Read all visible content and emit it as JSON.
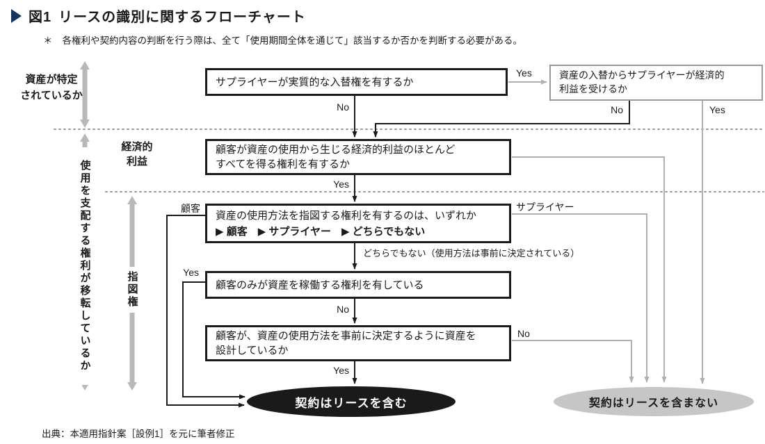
{
  "header": {
    "figure_label": "図1",
    "title": "リースの識別に関するフローチャート",
    "note_marker": "＊",
    "note": "各権利や契約内容の判断を行う際は、全て「使用期間全体を通じて」該当するか否かを判断する必要がある。"
  },
  "side_labels": {
    "asset_identified_line1": "資産が特定",
    "asset_identified_line2": "されているか",
    "control_transfer": "使用を支配する権利が移転しているか",
    "economic_benefit_line1": "経済的",
    "economic_benefit_line2": "利益",
    "direction_right": "指図権"
  },
  "boxes": {
    "substitution": "サプライヤーが実質的な入替権を有するか",
    "substitution_benefit_line1": "資産の入替からサプライヤーが経済的",
    "substitution_benefit_line2": "利益を受けるか",
    "economic_benefit_line1": "顧客が資産の使用から生じる経済的利益のほとんど",
    "economic_benefit_line2": "すべてを得る権利を有するか",
    "direction_line1": "資産の使用方法を指図する権利を有するのは、いずれか",
    "direction_line2": "▶ 顧客　▶ サプライヤー　▶ どちらでもない",
    "operate": "顧客のみが資産を稼働する権利を有している",
    "design_line1": "顧客が、資産の使用方法を事前に決定するように資産を",
    "design_line2": "設計しているか"
  },
  "terminals": {
    "lease": "契約はリースを含む",
    "no_lease": "契約はリースを含まない"
  },
  "edge_labels": {
    "substitution_yes": "Yes",
    "substitution_no": "No",
    "substitution_benefit_no": "No",
    "substitution_benefit_yes": "Yes",
    "economic_benefit_yes": "Yes",
    "direction_customer": "顧客",
    "direction_supplier": "サプライヤー",
    "direction_neither": "どちらでもない（使用方法は事前に決定されている）",
    "operate_yes": "Yes",
    "operate_no": "No",
    "design_no": "No",
    "design_yes": "Yes"
  },
  "footer": {
    "source": "出典：本適用指針案［設例1］を元に筆者修正"
  },
  "colors": {
    "marker_blue": "#17365d",
    "box_border": "#1a1a1a",
    "light_border": "#999999",
    "gray_line": "#b0b0b0",
    "thick_arrow": "#b8b8b8",
    "lease_fill": "#1a1a1a",
    "no_lease_fill": "#c6c6c6"
  }
}
